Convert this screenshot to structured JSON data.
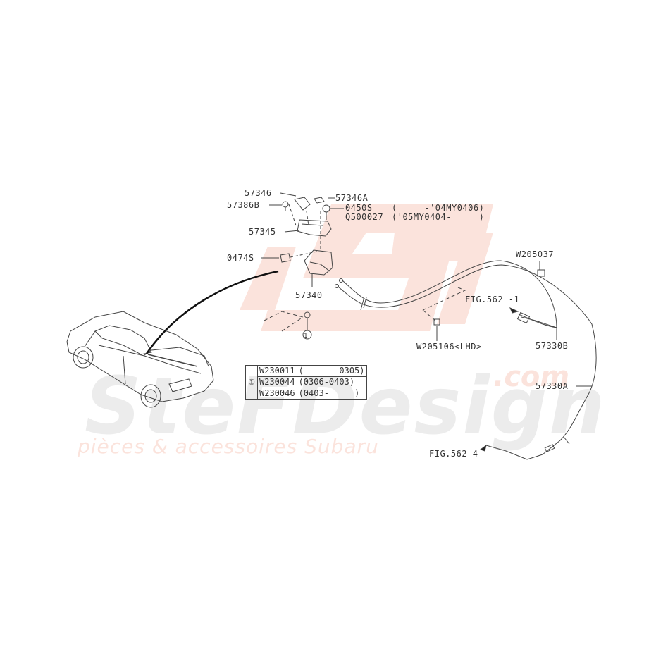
{
  "watermark": {
    "brand": "SteFDesign",
    "domain_suffix": ".com",
    "tagline": "pièces & accessoires Subaru",
    "brand_color": "#e8e8e8",
    "accent_color": "#fbe3dc"
  },
  "diagram": {
    "line_color": "#444444",
    "callouts": [
      {
        "id": "57346",
        "label": "57346"
      },
      {
        "id": "57346A",
        "label": "57346A"
      },
      {
        "id": "57386B",
        "label": "57386B"
      },
      {
        "id": "0450S",
        "label": "0450S",
        "note": "(     -'04MY0406)"
      },
      {
        "id": "Q500027",
        "label": "Q500027",
        "note": "('05MY0404-     )"
      },
      {
        "id": "57345",
        "label": "57345"
      },
      {
        "id": "0474S",
        "label": "0474S"
      },
      {
        "id": "57340",
        "label": "57340"
      },
      {
        "id": "W205037",
        "label": "W205037"
      },
      {
        "id": "FIG562-1",
        "label": "FIG.562 -1"
      },
      {
        "id": "W205106",
        "label": "W205106<LHD>"
      },
      {
        "id": "57330B",
        "label": "57330B"
      },
      {
        "id": "57330A",
        "label": "57330A"
      },
      {
        "id": "FIG562-4",
        "label": "FIG.562-4"
      }
    ],
    "ref_marker": "①",
    "parts_table": {
      "ref": "①",
      "rows": [
        {
          "part": "W230011",
          "range": "(      -0305)"
        },
        {
          "part": "W230044",
          "range": "(0306-0403)"
        },
        {
          "part": "W230046",
          "range": "(0403-     )"
        }
      ]
    }
  }
}
